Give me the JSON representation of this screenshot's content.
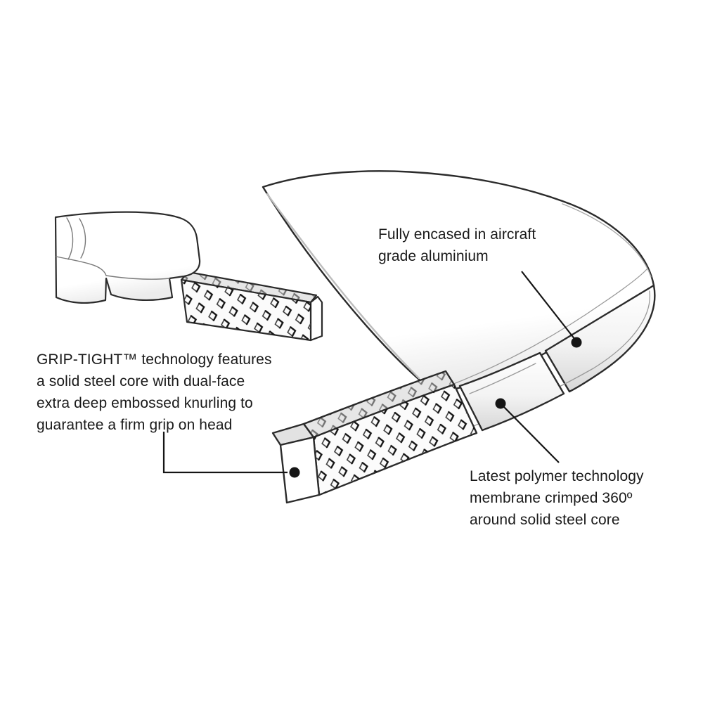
{
  "page": {
    "background": "#ffffff"
  },
  "colors": {
    "outline": "#2b2b2b",
    "text": "#1a1a1a",
    "leader_line": "#151515",
    "callout_dot": "#151515",
    "shading_light": "#ededed",
    "shading_mid": "#d7d7d7"
  },
  "annotations": [
    {
      "id": "aluminium",
      "text": "Fully encased in aircraft\ngrade aluminium"
    },
    {
      "id": "grip_tight",
      "text": "GRIP-TIGHT™ technology features\na solid steel core with dual-face\nextra deep embossed knurling to\nguarantee a firm grip on head"
    },
    {
      "id": "polymer",
      "text": "Latest polymer technology\nmembrane crimped 360º\naround solid steel core"
    }
  ]
}
